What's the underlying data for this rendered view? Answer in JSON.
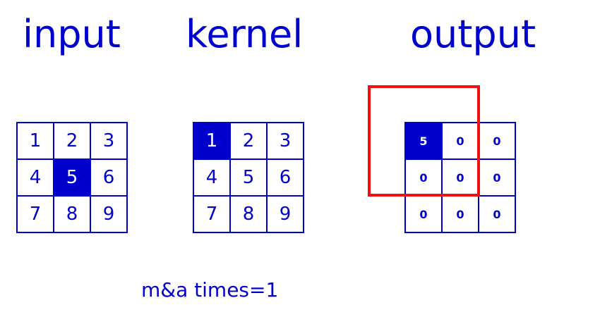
{
  "titles": {
    "input": "input",
    "kernel": "kernel",
    "output": "output"
  },
  "input_matrix": [
    [
      "1",
      "2",
      "3"
    ],
    [
      "4",
      "5",
      "6"
    ],
    [
      "7",
      "8",
      "9"
    ]
  ],
  "kernel_matrix": [
    [
      "1",
      "2",
      "3"
    ],
    [
      "4",
      "5",
      "6"
    ],
    [
      "7",
      "8",
      "9"
    ]
  ],
  "output_matrix": [
    [
      "5",
      "0",
      "0"
    ],
    [
      "0",
      "0",
      "0"
    ],
    [
      "0",
      "0",
      "0"
    ]
  ],
  "highlight": {
    "input": [
      1,
      1
    ],
    "kernel": [
      0,
      0
    ],
    "output": [
      0,
      0
    ]
  },
  "caption": "m&a times=1",
  "colors": {
    "primary": "#0000cc",
    "highlight_text": "#ffffff",
    "window": "#ee1111",
    "background": "#ffffff"
  }
}
